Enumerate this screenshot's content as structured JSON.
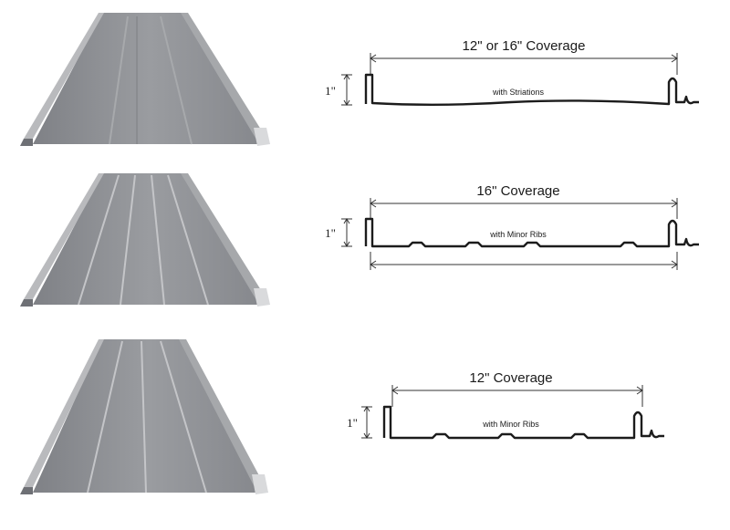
{
  "panels": [
    {
      "name": "striations",
      "coverage_label": "12\" or 16\" Coverage",
      "feature_label": "with Striations",
      "height_label": "1\"",
      "ribs": 0,
      "surface_color": "#8f9196"
    },
    {
      "name": "minor-ribs-16",
      "coverage_label": "16\" Coverage",
      "feature_label": "with Minor Ribs",
      "height_label": "1\"",
      "ribs": 4,
      "surface_color": "#8c8e93"
    },
    {
      "name": "minor-ribs-12",
      "coverage_label": "12\" Coverage",
      "feature_label": "with Minor Ribs",
      "height_label": "1\"",
      "ribs": 3,
      "surface_color": "#8d8f94"
    }
  ],
  "colors": {
    "panel_face": "#8e9095",
    "panel_light": "#c9cacd",
    "panel_dark": "#6d6f74",
    "line": "#1c1c1c"
  }
}
